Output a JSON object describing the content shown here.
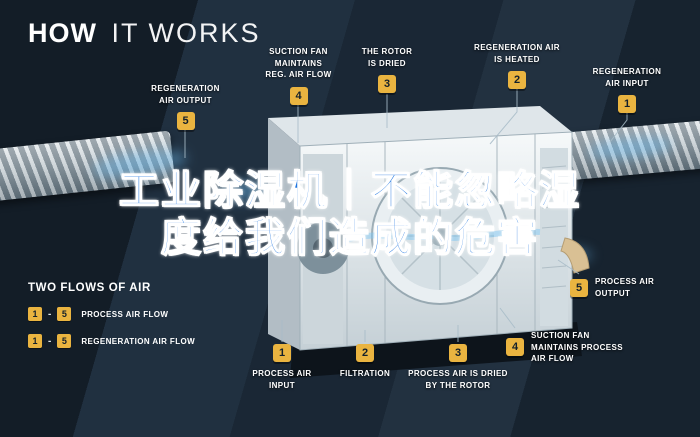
{
  "title": {
    "word_bold": "HOW",
    "word_light": "IT WORKS"
  },
  "overlay_text": {
    "line1": "工业除湿机｜不能忽略湿",
    "line2": "度给我们造成的危害"
  },
  "regeneration_callouts": [
    {
      "num": "5",
      "label": "REGENERATION\nAIR OUTPUT"
    },
    {
      "num": "4",
      "label": "SUCTION FAN\nMAINTAINS\nREG. AIR FLOW"
    },
    {
      "num": "3",
      "label": "THE ROTOR\nIS DRIED"
    },
    {
      "num": "2",
      "label": "REGENERATION AIR\nIS HEATED"
    },
    {
      "num": "1",
      "label": "REGENERATION\nAIR INPUT"
    }
  ],
  "process_callouts": [
    {
      "num": "1",
      "label": "PROCESS AIR\nINPUT"
    },
    {
      "num": "2",
      "label": "FILTRATION"
    },
    {
      "num": "3",
      "label": "PROCESS AIR IS DRIED\nBY THE ROTOR"
    },
    {
      "num": "4",
      "label": "SUCTION FAN\nMAINTAINS PROCESS\nAIR FLOW"
    },
    {
      "num": "5",
      "label": "PROCESS AIR\nOUTPUT"
    }
  ],
  "legend": {
    "heading": "TWO FLOWS OF AIR",
    "rows": [
      {
        "from": "1",
        "dash": "-",
        "to": "5",
        "label": "PROCESS AIR FLOW"
      },
      {
        "from": "1",
        "dash": "-",
        "to": "5",
        "label": "REGENERATION AIR FLOW"
      }
    ]
  },
  "colors": {
    "background": "#1B2836",
    "badge_yellow": "#EAB440",
    "overlay_blue": "#1F75E0",
    "airflow_blue": "#7EC6F2"
  }
}
